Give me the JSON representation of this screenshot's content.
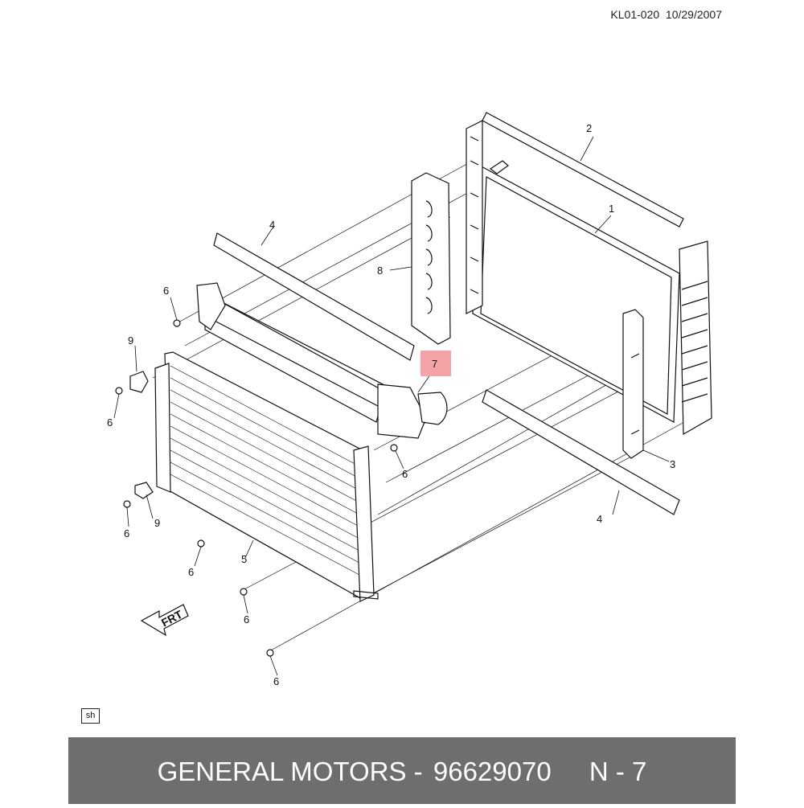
{
  "header": {
    "code": "KL01-020",
    "date": "10/29/2007"
  },
  "callouts": {
    "c1": "1",
    "c2": "2",
    "c3": "3",
    "c4a": "4",
    "c4b": "4",
    "c5": "5",
    "c6a": "6",
    "c6b": "6",
    "c6c": "6",
    "c6d": "6",
    "c6e": "6",
    "c6f": "6",
    "c6g": "6",
    "c7": "7",
    "c8": "8",
    "c9a": "9",
    "c9b": "9"
  },
  "highlight_color": "#f4a3a6",
  "frt_label": "FRT",
  "sh_label": "sh",
  "footer": {
    "brand": "GENERAL MOTORS -",
    "part_number": "96629070",
    "page": "N - 7"
  }
}
